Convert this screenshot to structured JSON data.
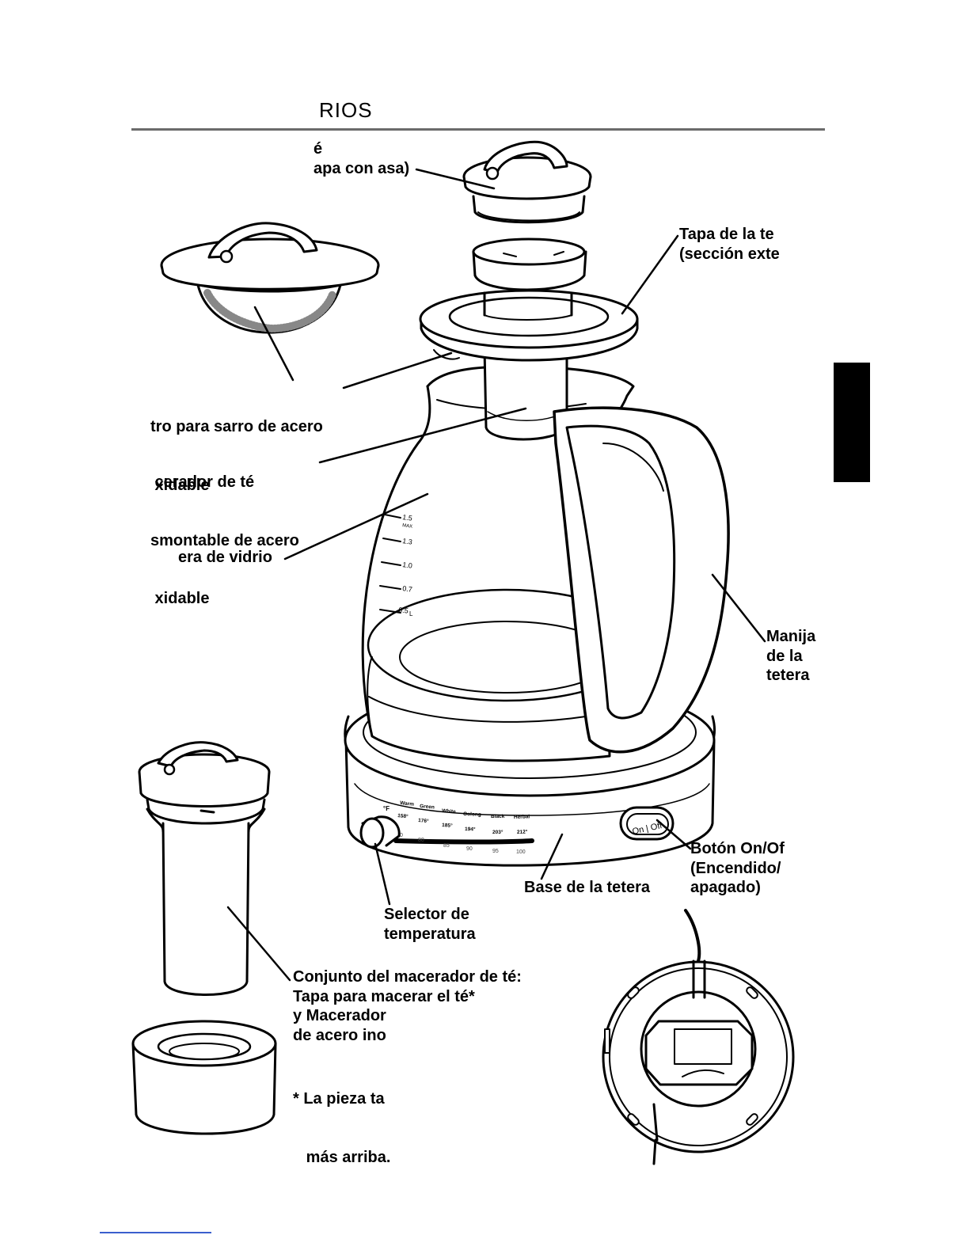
{
  "header": {
    "section_title": "RIOS"
  },
  "labels": {
    "infuser_lid": [
      "é",
      "apa con asa)"
    ],
    "kettle_lid": [
      "Tapa de la te",
      "(sección exte"
    ],
    "descaling_filter": [
      "tro para sarro de acero",
      " xidable"
    ],
    "tea_steeper": [
      " cerador de té",
      "smontable de acero",
      " xidable"
    ],
    "glass_kettle": [
      "era de vidrio"
    ],
    "handle": [
      "Manija",
      "de la",
      "tetera"
    ],
    "on_off_button": [
      "Botón On/Of",
      "(Encendido/",
      "apagado)"
    ],
    "kettle_base": [
      "Base de la tetera"
    ],
    "temperature_selector": [
      "Selector de",
      "temperatura"
    ],
    "steeper_assembly": [
      "Conjunto del macerador de té:",
      "Tapa para macerar el té*",
      "y Macerador",
      "de acero ino"
    ],
    "footnote": [
      "* La pieza ta",
      "   más arriba."
    ]
  },
  "kettle_markings": {
    "volume_marks": [
      "1.5",
      "MAX",
      "1.3",
      "1.0",
      "0.7",
      "0.5",
      "L"
    ],
    "unit_f": "°F",
    "tea_types": [
      "Warm",
      "Green",
      "White",
      "Oolong",
      "Black",
      "Herbal"
    ],
    "temps_f": [
      "158°",
      "176°",
      "185°",
      "194°",
      "203°",
      "212°"
    ],
    "temps_c": [
      "0",
      "80",
      "85",
      "90",
      "95",
      "100"
    ],
    "button_text": "On | Off"
  },
  "icons": [
    "infuser-lid-icon",
    "descaling-filter-icon",
    "kettle-lid-icon",
    "glass-kettle-icon",
    "kettle-base-icon",
    "temperature-dial-icon",
    "on-off-button-icon",
    "tea-steeper-assembly-icon",
    "steeper-cup-icon",
    "base-underside-icon"
  ]
}
